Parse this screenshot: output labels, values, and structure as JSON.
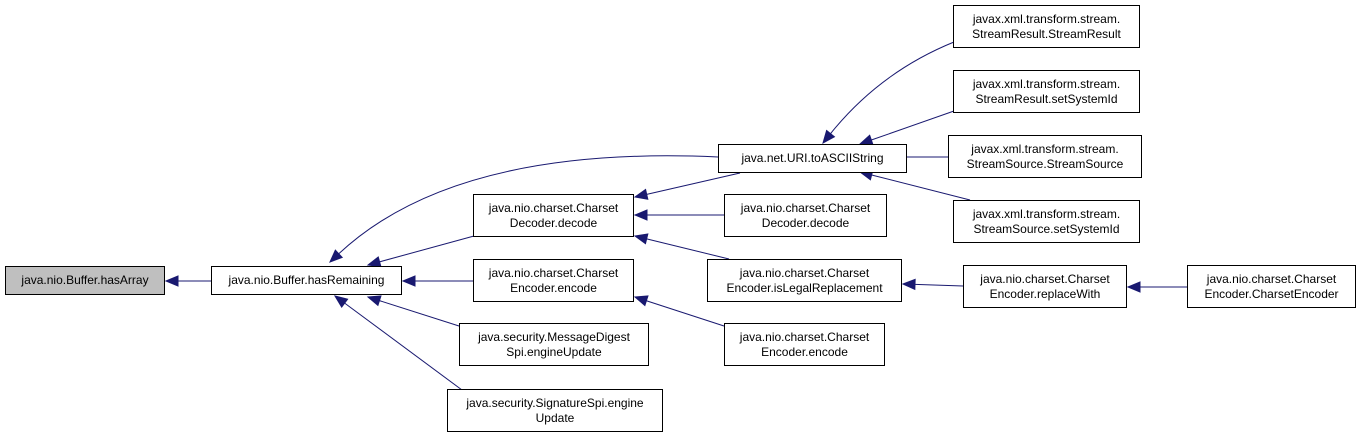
{
  "colors": {
    "edge": "#191970",
    "selected_fill": "#bfbfbf",
    "border": "#000000"
  },
  "nodes": {
    "n1": {
      "label": "java.nio.Buffer.hasArray"
    },
    "n2": {
      "label": "java.nio.Buffer.hasRemaining"
    },
    "n3": {
      "label": "java.nio.charset.Charset\nDecoder.decode"
    },
    "n4": {
      "label": "java.nio.charset.Charset\nEncoder.encode"
    },
    "n5": {
      "label": "java.security.MessageDigest\nSpi.engineUpdate"
    },
    "n6": {
      "label": "java.security.SignatureSpi.engine\nUpdate"
    },
    "n7": {
      "label": "java.net.URI.toASCIIString"
    },
    "n8": {
      "label": "java.nio.charset.Charset\nDecoder.decode"
    },
    "n9": {
      "label": "java.nio.charset.Charset\nEncoder.isLegalReplacement"
    },
    "n10": {
      "label": "java.nio.charset.Charset\nEncoder.encode"
    },
    "n11": {
      "label": "javax.xml.transform.stream.\nStreamResult.StreamResult"
    },
    "n12": {
      "label": "javax.xml.transform.stream.\nStreamResult.setSystemId"
    },
    "n13": {
      "label": "javax.xml.transform.stream.\nStreamSource.StreamSource"
    },
    "n14": {
      "label": "javax.xml.transform.stream.\nStreamSource.setSystemId"
    },
    "n15": {
      "label": "java.nio.charset.Charset\nEncoder.replaceWith"
    },
    "n16": {
      "label": "java.nio.charset.Charset\nEncoder.CharsetEncoder"
    }
  },
  "edges": [
    {
      "from": "n2",
      "to": "n1"
    },
    {
      "from": "n3",
      "to": "n2"
    },
    {
      "from": "n4",
      "to": "n2"
    },
    {
      "from": "n5",
      "to": "n2"
    },
    {
      "from": "n6",
      "to": "n2"
    },
    {
      "from": "n7",
      "to": "n2"
    },
    {
      "from": "n7",
      "to": "n3"
    },
    {
      "from": "n8",
      "to": "n3"
    },
    {
      "from": "n9",
      "to": "n3"
    },
    {
      "from": "n10",
      "to": "n4"
    },
    {
      "from": "n11",
      "to": "n7"
    },
    {
      "from": "n12",
      "to": "n7"
    },
    {
      "from": "n13",
      "to": "n7"
    },
    {
      "from": "n14",
      "to": "n7"
    },
    {
      "from": "n15",
      "to": "n9"
    },
    {
      "from": "n16",
      "to": "n15"
    }
  ]
}
